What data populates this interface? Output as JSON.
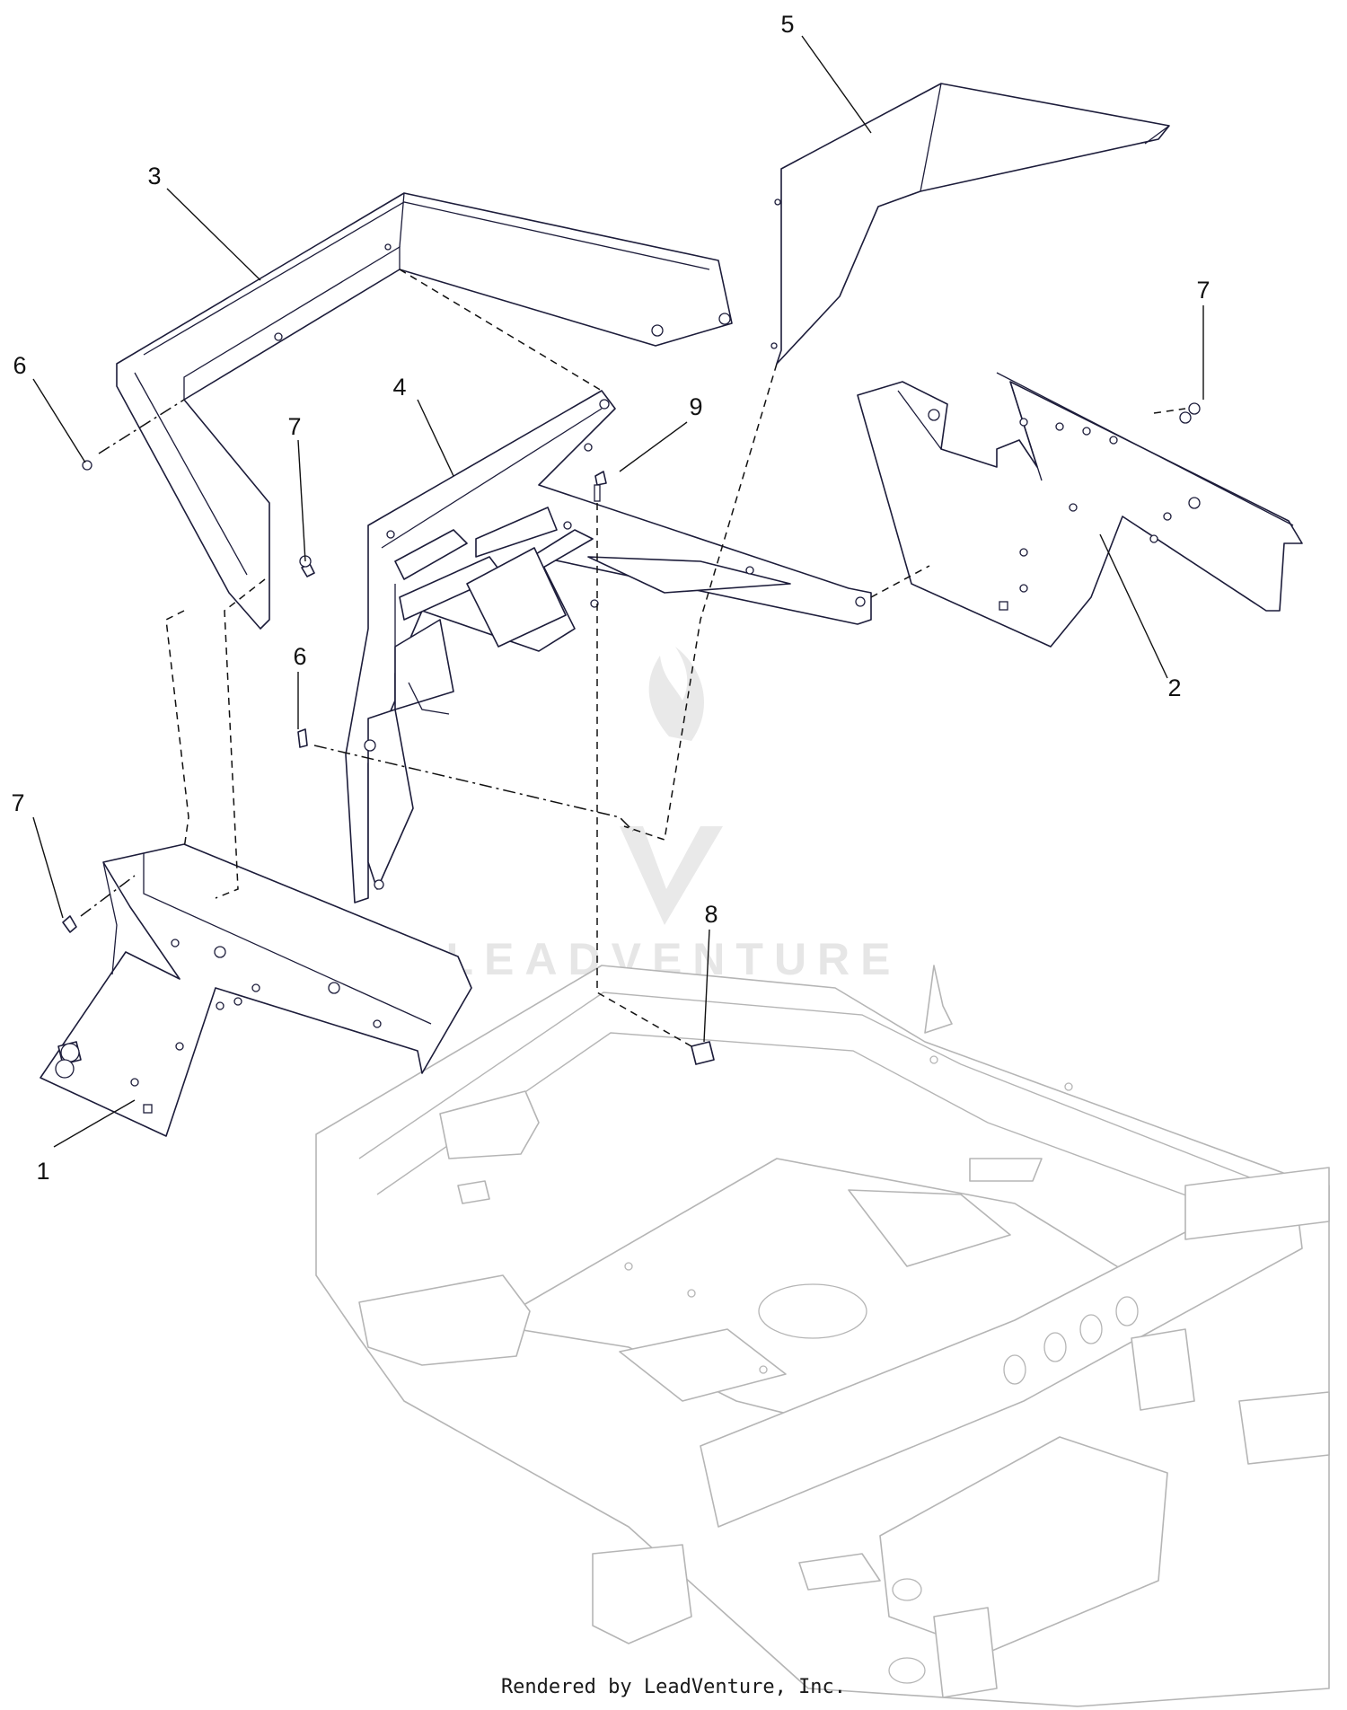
{
  "callouts": [
    {
      "id": "c1",
      "label": "1"
    },
    {
      "id": "c2",
      "label": "2"
    },
    {
      "id": "c3",
      "label": "3"
    },
    {
      "id": "c4",
      "label": "4"
    },
    {
      "id": "c5",
      "label": "5"
    },
    {
      "id": "c6a",
      "label": "6"
    },
    {
      "id": "c6b",
      "label": "6"
    },
    {
      "id": "c7a",
      "label": "7"
    },
    {
      "id": "c7b",
      "label": "7"
    },
    {
      "id": "c7c",
      "label": "7"
    },
    {
      "id": "c8",
      "label": "8"
    },
    {
      "id": "c9",
      "label": "9"
    }
  ],
  "watermark": {
    "text": "LEADVENTURE",
    "logo": "leadventure-flame-logo"
  },
  "footer": {
    "text": "Rendered by LeadVenture, Inc."
  }
}
